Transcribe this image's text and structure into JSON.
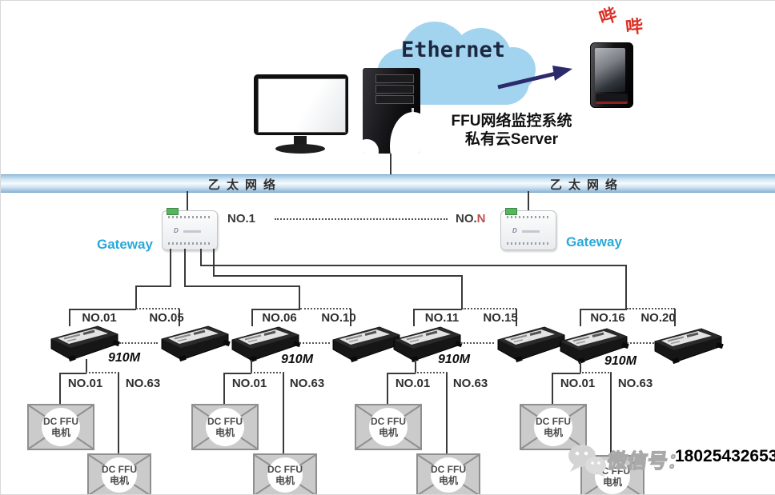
{
  "header": {
    "cloud_label": "Ethernet",
    "system_title_line1": "FFU网络监控系统",
    "system_title_line2": "私有云Server",
    "beep1": "哔",
    "beep2": "哔"
  },
  "bus": {
    "label_left": "乙太网络",
    "label_right": "乙太网络"
  },
  "gateways": {
    "left": {
      "label": "Gateway",
      "number": "NO.1"
    },
    "right": {
      "label": "Gateway",
      "number_prefix": "NO.",
      "number_n": "N"
    }
  },
  "groups": [
    {
      "top_left_no": "NO.01",
      "top_right_no": "NO.05",
      "model": "910M",
      "branch_left_no": "NO.01",
      "branch_right_no": "NO.63",
      "boxes": [
        {
          "line1": "DC FFU",
          "line2": "电机"
        },
        {
          "line1": "DC FFU",
          "line2": "电机"
        }
      ]
    },
    {
      "top_left_no": "NO.06",
      "top_right_no": "NO.10",
      "model": "910M",
      "branch_left_no": "NO.01",
      "branch_right_no": "NO.63",
      "boxes": [
        {
          "line1": "DC FFU",
          "line2": "电机"
        },
        {
          "line1": "DC FFU",
          "line2": "电机"
        }
      ]
    },
    {
      "top_left_no": "NO.11",
      "top_right_no": "NO.15",
      "model": "910M",
      "branch_left_no": "NO.01",
      "branch_right_no": "NO.63",
      "boxes": [
        {
          "line1": "DC FFU",
          "line2": "电机"
        },
        {
          "line1": "DC FFU",
          "line2": "电机"
        }
      ]
    },
    {
      "top_left_no": "NO.16",
      "top_right_no": "NO.20",
      "model": "910M",
      "branch_left_no": "NO.01",
      "branch_right_no": "NO.63",
      "boxes": [
        {
          "line1": "DC FFU",
          "line2": "电机"
        },
        {
          "line1": "DC FFU",
          "line2": "电机"
        }
      ]
    }
  ],
  "watermark": {
    "label": "微信号：",
    "number": "18025432653"
  },
  "colors": {
    "cloud_blue": "#a3d4ef",
    "bus_blue": "#9cc3e0",
    "gateway_label_cyan": "#2ba9d9",
    "alert_red": "#d93025",
    "no_n_red": "#c0504d",
    "line_dark": "#3a3a3a",
    "watermark_gray": "#a9a9a9"
  }
}
